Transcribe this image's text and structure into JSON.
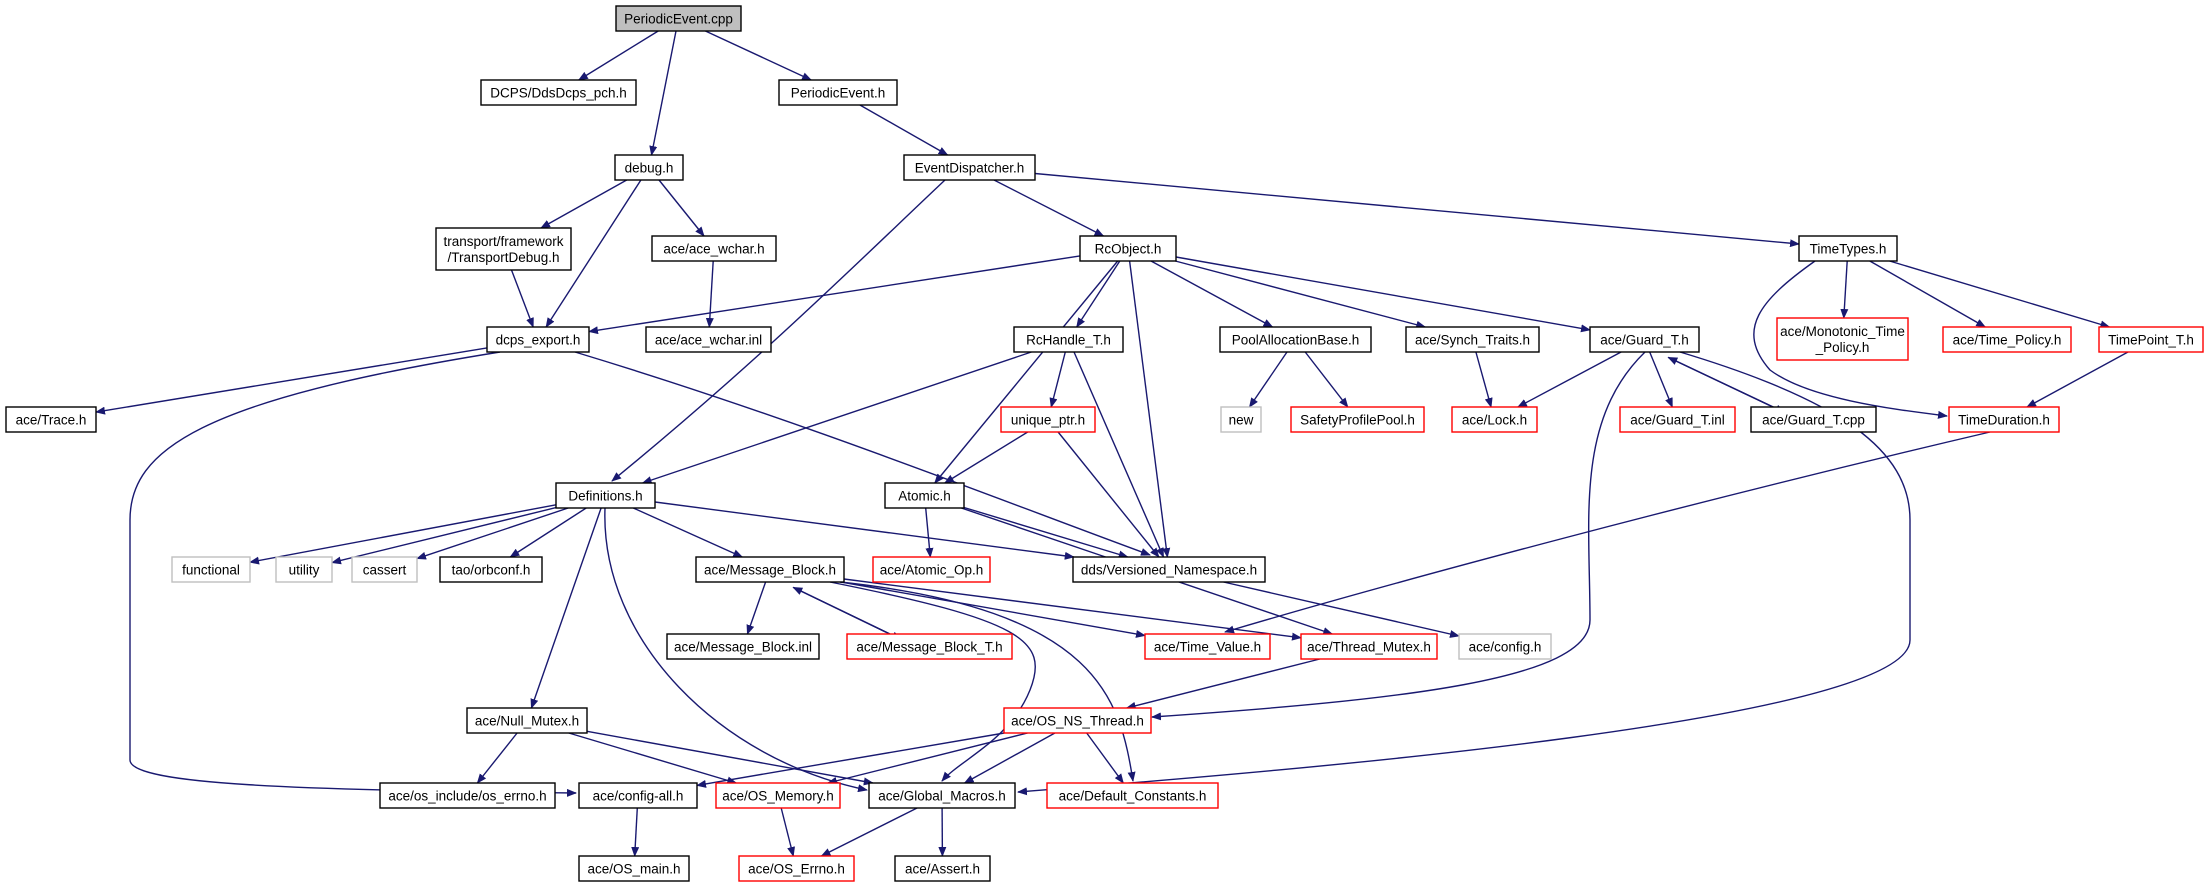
{
  "graph": {
    "colors": {
      "edge": "#191970",
      "box_default": "#000000",
      "box_truncated": "#ff0000",
      "box_external": "#bfbfbf",
      "root_fill": "#bfbfbf"
    },
    "nodes": [
      {
        "id": "periodicevent_cpp",
        "lines": [
          "PeriodicEvent.cpp"
        ],
        "style": "root"
      },
      {
        "id": "ddsdcps_pch_h",
        "lines": [
          "DCPS/DdsDcps_pch.h"
        ],
        "style": "default"
      },
      {
        "id": "periodicevent_h",
        "lines": [
          "PeriodicEvent.h"
        ],
        "style": "default"
      },
      {
        "id": "debug_h",
        "lines": [
          "debug.h"
        ],
        "style": "default"
      },
      {
        "id": "eventdispatcher_h",
        "lines": [
          "EventDispatcher.h"
        ],
        "style": "default"
      },
      {
        "id": "transportdebug_h",
        "lines": [
          "transport/framework",
          "/TransportDebug.h"
        ],
        "style": "default"
      },
      {
        "id": "ace_wchar_h",
        "lines": [
          "ace/ace_wchar.h"
        ],
        "style": "default"
      },
      {
        "id": "rcobject_h",
        "lines": [
          "RcObject.h"
        ],
        "style": "default"
      },
      {
        "id": "timetypes_h",
        "lines": [
          "TimeTypes.h"
        ],
        "style": "default"
      },
      {
        "id": "dcps_export_h",
        "lines": [
          "dcps_export.h"
        ],
        "style": "default"
      },
      {
        "id": "ace_wchar_inl",
        "lines": [
          "ace/ace_wchar.inl"
        ],
        "style": "default"
      },
      {
        "id": "rchandle_t_h",
        "lines": [
          "RcHandle_T.h"
        ],
        "style": "default"
      },
      {
        "id": "poolallocationbase_h",
        "lines": [
          "PoolAllocationBase.h"
        ],
        "style": "default"
      },
      {
        "id": "synch_traits_h",
        "lines": [
          "ace/Synch_Traits.h"
        ],
        "style": "default"
      },
      {
        "id": "guard_t_h",
        "lines": [
          "ace/Guard_T.h"
        ],
        "style": "default"
      },
      {
        "id": "monotonic_time_policy_h",
        "lines": [
          "ace/Monotonic_Time",
          "_Policy.h"
        ],
        "style": "truncated"
      },
      {
        "id": "time_policy_h",
        "lines": [
          "ace/Time_Policy.h"
        ],
        "style": "truncated"
      },
      {
        "id": "timepoint_t_h",
        "lines": [
          "TimePoint_T.h"
        ],
        "style": "truncated"
      },
      {
        "id": "ace_trace_h",
        "lines": [
          "ace/Trace.h"
        ],
        "style": "default"
      },
      {
        "id": "unique_ptr_h",
        "lines": [
          "unique_ptr.h"
        ],
        "style": "truncated"
      },
      {
        "id": "new",
        "lines": [
          "new"
        ],
        "style": "external"
      },
      {
        "id": "safetyprofilepool_h",
        "lines": [
          "SafetyProfilePool.h"
        ],
        "style": "truncated"
      },
      {
        "id": "ace_lock_h",
        "lines": [
          "ace/Lock.h"
        ],
        "style": "truncated"
      },
      {
        "id": "guard_t_inl",
        "lines": [
          "ace/Guard_T.inl"
        ],
        "style": "truncated"
      },
      {
        "id": "guard_t_cpp",
        "lines": [
          "ace/Guard_T.cpp"
        ],
        "style": "default"
      },
      {
        "id": "timeduration_h",
        "lines": [
          "TimeDuration.h"
        ],
        "style": "truncated"
      },
      {
        "id": "definitions_h",
        "lines": [
          "Definitions.h"
        ],
        "style": "default"
      },
      {
        "id": "atomic_h",
        "lines": [
          "Atomic.h"
        ],
        "style": "default"
      },
      {
        "id": "functional",
        "lines": [
          "functional"
        ],
        "style": "external"
      },
      {
        "id": "utility",
        "lines": [
          "utility"
        ],
        "style": "external"
      },
      {
        "id": "cassert",
        "lines": [
          "cassert"
        ],
        "style": "external"
      },
      {
        "id": "tao_orbconf_h",
        "lines": [
          "tao/orbconf.h"
        ],
        "style": "default"
      },
      {
        "id": "message_block_h",
        "lines": [
          "ace/Message_Block.h"
        ],
        "style": "default"
      },
      {
        "id": "atomic_op_h",
        "lines": [
          "ace/Atomic_Op.h"
        ],
        "style": "truncated"
      },
      {
        "id": "versioned_namespace_h",
        "lines": [
          "dds/Versioned_Namespace.h"
        ],
        "style": "default"
      },
      {
        "id": "message_block_inl",
        "lines": [
          "ace/Message_Block.inl"
        ],
        "style": "default"
      },
      {
        "id": "message_block_t_h",
        "lines": [
          "ace/Message_Block_T.h"
        ],
        "style": "truncated"
      },
      {
        "id": "time_value_h",
        "lines": [
          "ace/Time_Value.h"
        ],
        "style": "truncated"
      },
      {
        "id": "thread_mutex_h",
        "lines": [
          "ace/Thread_Mutex.h"
        ],
        "style": "truncated"
      },
      {
        "id": "ace_config_h",
        "lines": [
          "ace/config.h"
        ],
        "style": "external"
      },
      {
        "id": "null_mutex_h",
        "lines": [
          "ace/Null_Mutex.h"
        ],
        "style": "default"
      },
      {
        "id": "os_ns_thread_h",
        "lines": [
          "ace/OS_NS_Thread.h"
        ],
        "style": "truncated"
      },
      {
        "id": "os_errno_h",
        "lines": [
          "ace/os_include/os_errno.h"
        ],
        "style": "default"
      },
      {
        "id": "config_all_h",
        "lines": [
          "ace/config-all.h"
        ],
        "style": "default"
      },
      {
        "id": "os_memory_h",
        "lines": [
          "ace/OS_Memory.h"
        ],
        "style": "truncated"
      },
      {
        "id": "global_macros_h",
        "lines": [
          "ace/Global_Macros.h"
        ],
        "style": "default"
      },
      {
        "id": "default_constants_h",
        "lines": [
          "ace/Default_Constants.h"
        ],
        "style": "truncated"
      },
      {
        "id": "os_main_h",
        "lines": [
          "ace/OS_main.h"
        ],
        "style": "default"
      },
      {
        "id": "ace_os_errno_h",
        "lines": [
          "ace/OS_Errno.h"
        ],
        "style": "truncated"
      },
      {
        "id": "ace_assert_h",
        "lines": [
          "ace/Assert.h"
        ],
        "style": "default"
      }
    ],
    "edges": [
      [
        "periodicevent_cpp",
        "ddsdcps_pch_h"
      ],
      [
        "periodicevent_cpp",
        "debug_h"
      ],
      [
        "periodicevent_cpp",
        "periodicevent_h"
      ],
      [
        "periodicevent_h",
        "eventdispatcher_h"
      ],
      [
        "debug_h",
        "transportdebug_h"
      ],
      [
        "debug_h",
        "dcps_export_h"
      ],
      [
        "debug_h",
        "ace_wchar_h"
      ],
      [
        "transportdebug_h",
        "dcps_export_h"
      ],
      [
        "ace_wchar_h",
        "ace_wchar_inl"
      ],
      [
        "eventdispatcher_h",
        "definitions_h"
      ],
      [
        "eventdispatcher_h",
        "rcobject_h"
      ],
      [
        "eventdispatcher_h",
        "timetypes_h"
      ],
      [
        "rcobject_h",
        "dcps_export_h"
      ],
      [
        "rcobject_h",
        "atomic_h"
      ],
      [
        "rcobject_h",
        "rchandle_t_h"
      ],
      [
        "rcobject_h",
        "versioned_namespace_h"
      ],
      [
        "rcobject_h",
        "poolallocationbase_h"
      ],
      [
        "rcobject_h",
        "synch_traits_h"
      ],
      [
        "rcobject_h",
        "guard_t_h"
      ],
      [
        "timetypes_h",
        "timeduration_h"
      ],
      [
        "timetypes_h",
        "monotonic_time_policy_h"
      ],
      [
        "timetypes_h",
        "time_policy_h"
      ],
      [
        "timetypes_h",
        "timepoint_t_h"
      ],
      [
        "timepoint_t_h",
        "timeduration_h"
      ],
      [
        "timeduration_h",
        "time_value_h"
      ],
      [
        "dcps_export_h",
        "ace_trace_h"
      ],
      [
        "dcps_export_h",
        "config_all_h"
      ],
      [
        "dcps_export_h",
        "versioned_namespace_h"
      ],
      [
        "rchandle_t_h",
        "definitions_h"
      ],
      [
        "rchandle_t_h",
        "unique_ptr_h"
      ],
      [
        "rchandle_t_h",
        "versioned_namespace_h"
      ],
      [
        "unique_ptr_h",
        "atomic_h"
      ],
      [
        "unique_ptr_h",
        "versioned_namespace_h"
      ],
      [
        "poolallocationbase_h",
        "new"
      ],
      [
        "poolallocationbase_h",
        "safetyprofilepool_h"
      ],
      [
        "synch_traits_h",
        "ace_lock_h"
      ],
      [
        "guard_t_h",
        "ace_lock_h"
      ],
      [
        "guard_t_h",
        "guard_t_inl"
      ],
      [
        "guard_t_h",
        "guard_t_cpp"
      ],
      [
        "guard_t_cpp",
        "guard_t_h"
      ],
      [
        "guard_t_h",
        "os_ns_thread_h"
      ],
      [
        "guard_t_h",
        "global_macros_h"
      ],
      [
        "atomic_h",
        "atomic_op_h"
      ],
      [
        "atomic_h",
        "versioned_namespace_h"
      ],
      [
        "atomic_h",
        "thread_mutex_h"
      ],
      [
        "definitions_h",
        "functional"
      ],
      [
        "definitions_h",
        "utility"
      ],
      [
        "definitions_h",
        "cassert"
      ],
      [
        "definitions_h",
        "tao_orbconf_h"
      ],
      [
        "definitions_h",
        "message_block_h"
      ],
      [
        "definitions_h",
        "versioned_namespace_h"
      ],
      [
        "definitions_h",
        "null_mutex_h"
      ],
      [
        "definitions_h",
        "global_macros_h"
      ],
      [
        "message_block_h",
        "message_block_inl"
      ],
      [
        "message_block_h",
        "message_block_t_h"
      ],
      [
        "message_block_t_h",
        "message_block_h"
      ],
      [
        "message_block_h",
        "time_value_h"
      ],
      [
        "message_block_h",
        "thread_mutex_h"
      ],
      [
        "message_block_h",
        "global_macros_h"
      ],
      [
        "message_block_h",
        "default_constants_h"
      ],
      [
        "versioned_namespace_h",
        "ace_config_h"
      ],
      [
        "thread_mutex_h",
        "os_ns_thread_h"
      ],
      [
        "null_mutex_h",
        "os_errno_h"
      ],
      [
        "null_mutex_h",
        "os_memory_h"
      ],
      [
        "null_mutex_h",
        "global_macros_h"
      ],
      [
        "os_ns_thread_h",
        "config_all_h"
      ],
      [
        "os_ns_thread_h",
        "os_memory_h"
      ],
      [
        "os_ns_thread_h",
        "global_macros_h"
      ],
      [
        "os_ns_thread_h",
        "default_constants_h"
      ],
      [
        "config_all_h",
        "os_main_h"
      ],
      [
        "os_memory_h",
        "ace_os_errno_h"
      ],
      [
        "global_macros_h",
        "ace_os_errno_h"
      ],
      [
        "global_macros_h",
        "ace_assert_h"
      ]
    ]
  }
}
